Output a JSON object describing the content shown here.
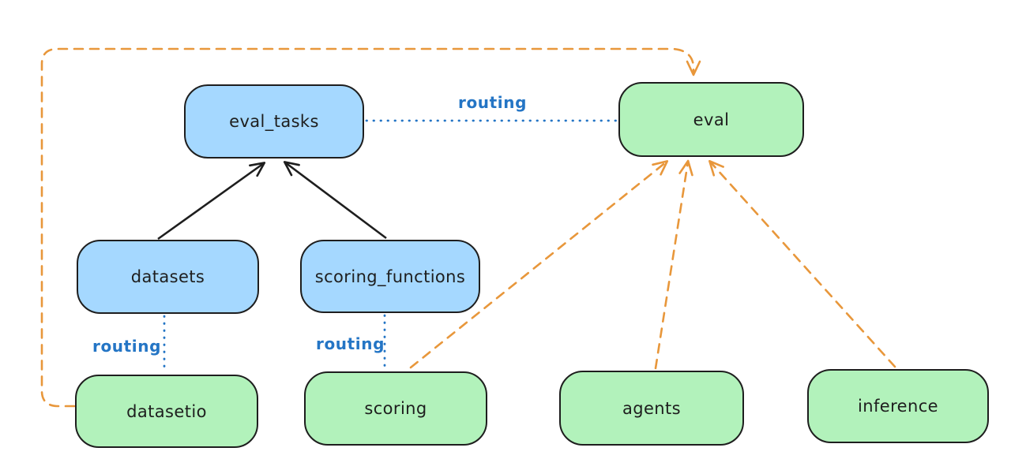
{
  "diagram": {
    "nodes": [
      {
        "id": "eval_tasks",
        "label": "eval_tasks",
        "fill": "#a5d8ff"
      },
      {
        "id": "eval",
        "label": "eval",
        "fill": "#b2f2bb"
      },
      {
        "id": "datasets",
        "label": "datasets",
        "fill": "#a5d8ff"
      },
      {
        "id": "scoring_functions",
        "label": "scoring_functions",
        "fill": "#a5d8ff"
      },
      {
        "id": "datasetio",
        "label": "datasetio",
        "fill": "#b2f2bb"
      },
      {
        "id": "scoring",
        "label": "scoring",
        "fill": "#b2f2bb"
      },
      {
        "id": "agents",
        "label": "agents",
        "fill": "#b2f2bb"
      },
      {
        "id": "inference",
        "label": "inference",
        "fill": "#b2f2bb"
      }
    ],
    "edges": [
      {
        "from": "datasets",
        "to": "eval_tasks",
        "style": "solid-arrow",
        "label": ""
      },
      {
        "from": "scoring_functions",
        "to": "eval_tasks",
        "style": "solid-arrow",
        "label": ""
      },
      {
        "from": "eval_tasks",
        "to": "eval",
        "style": "dotted",
        "label": "routing"
      },
      {
        "from": "datasets",
        "to": "datasetio",
        "style": "dotted",
        "label": "routing"
      },
      {
        "from": "scoring_functions",
        "to": "scoring",
        "style": "dotted",
        "label": "routing"
      },
      {
        "from": "datasetio",
        "to": "eval",
        "style": "dashed-arrow",
        "label": ""
      },
      {
        "from": "scoring",
        "to": "eval",
        "style": "dashed-arrow",
        "label": ""
      },
      {
        "from": "agents",
        "to": "eval",
        "style": "dashed-arrow",
        "label": ""
      },
      {
        "from": "inference",
        "to": "eval",
        "style": "dashed-arrow",
        "label": ""
      }
    ],
    "colors": {
      "blue_node_fill": "#a5d8ff",
      "green_node_fill": "#b2f2bb",
      "node_stroke": "#1e1e1e",
      "routing_blue": "#2475c5",
      "dashed_orange": "#e8973b"
    }
  }
}
